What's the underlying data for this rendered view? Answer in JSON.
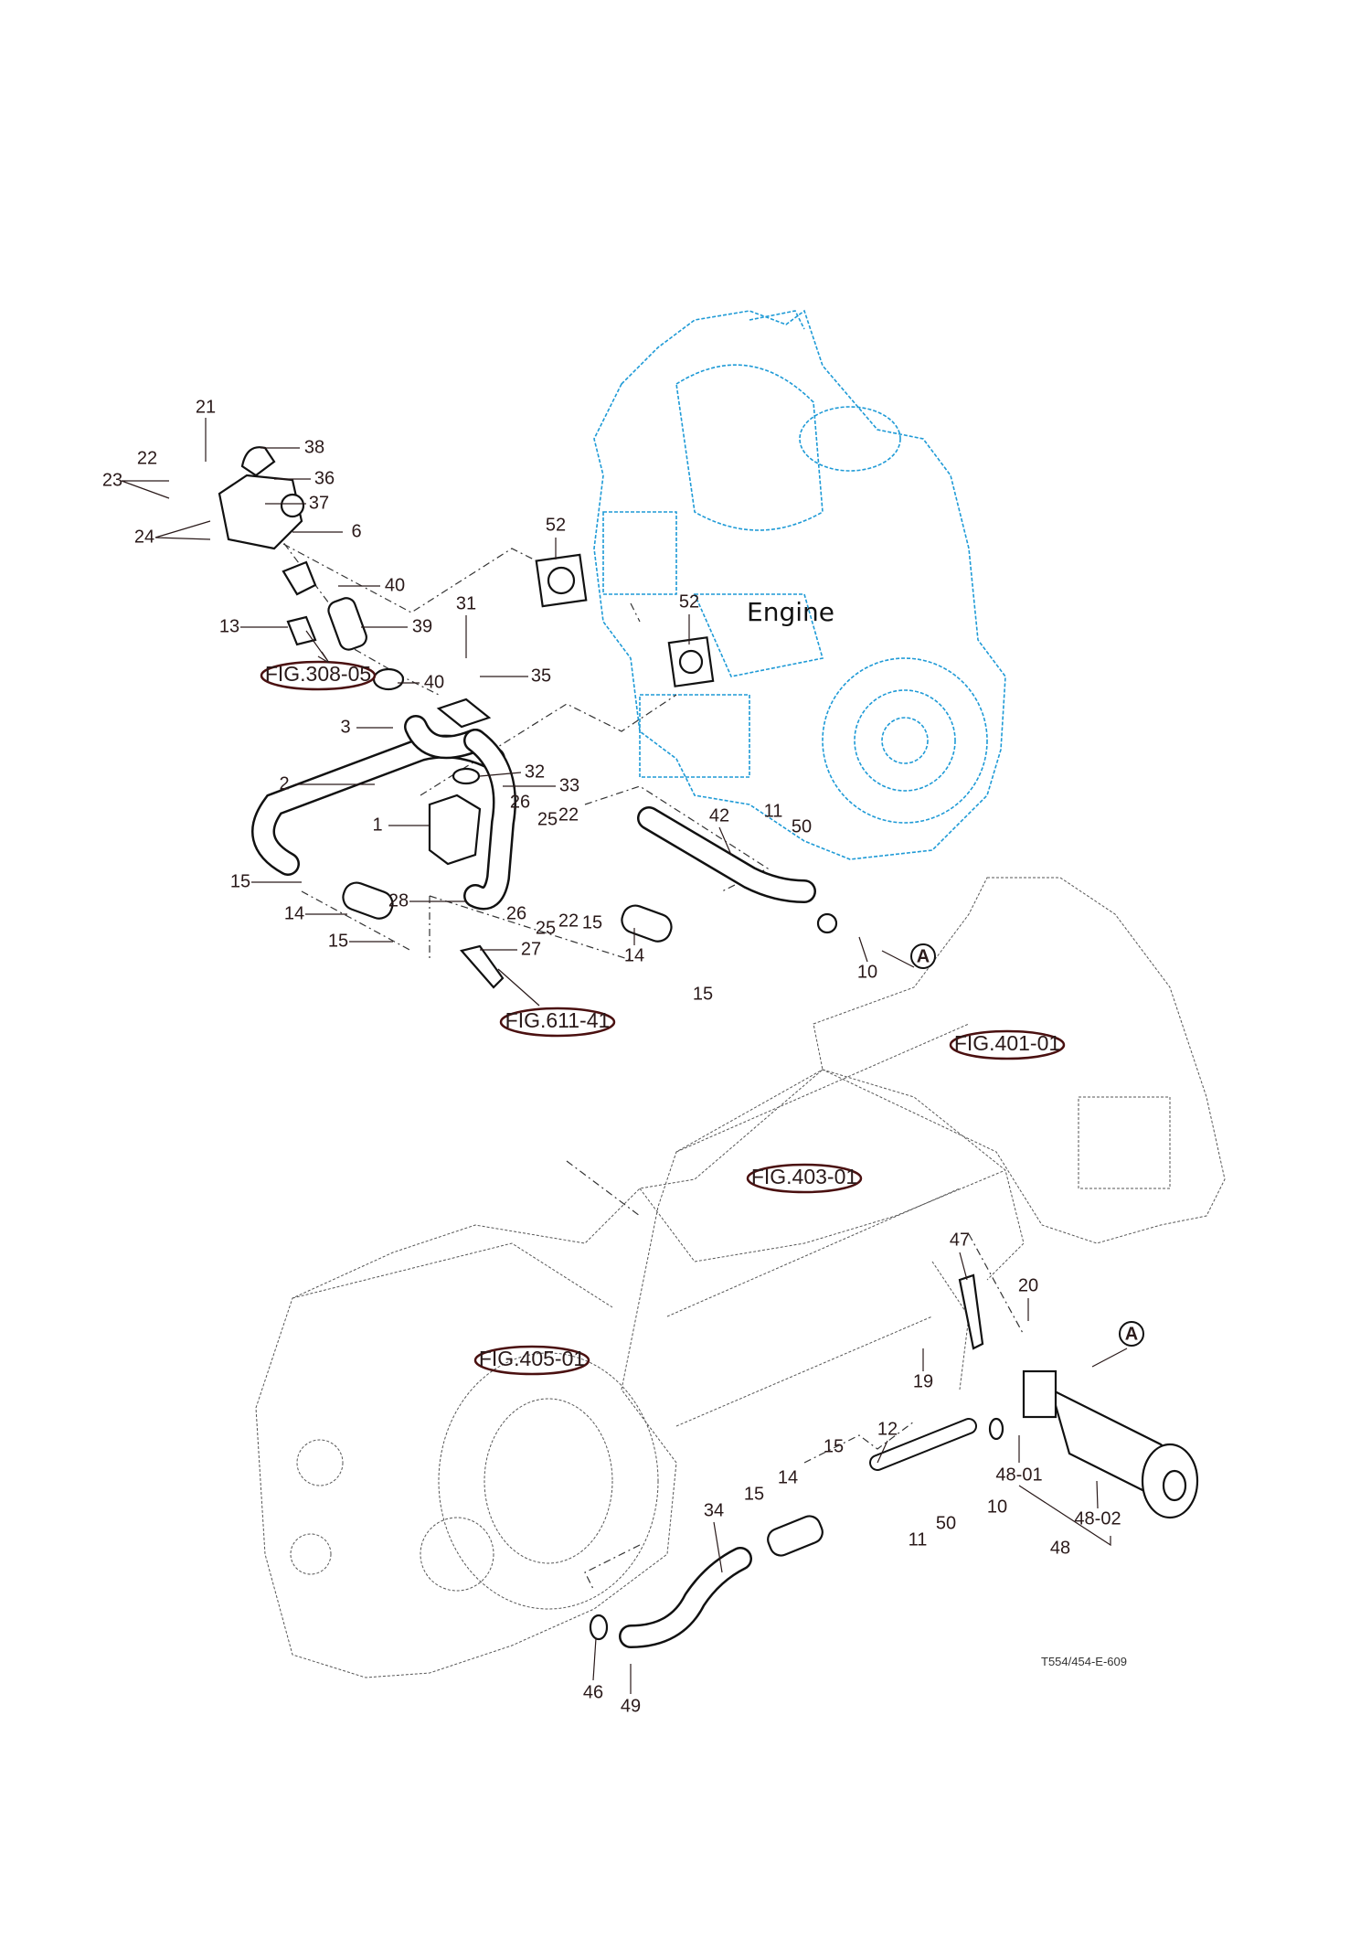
{
  "engine_label": "Engine",
  "drawing_code": "T554/454-E-609",
  "callout_A": "A",
  "figure_refs": [
    "FIG.308-05",
    "FIG.611-41",
    "FIG.401-01",
    "FIG.403-01",
    "FIG.405-01"
  ],
  "labels": [
    "21",
    "38",
    "22",
    "36",
    "23",
    "37",
    "6",
    "24",
    "52",
    "40",
    "31",
    "52",
    "13",
    "39",
    "40",
    "35",
    "3",
    "32",
    "2",
    "33",
    "26",
    "25",
    "22",
    "42",
    "11",
    "50",
    "1",
    "15",
    "28",
    "14",
    "26",
    "25",
    "22",
    "15",
    "14",
    "15",
    "27",
    "10",
    "15",
    "47",
    "20",
    "19",
    "12",
    "15",
    "48-01",
    "15",
    "14",
    "34",
    "10",
    "50",
    "48-02",
    "11",
    "48",
    "46",
    "49"
  ],
  "colors": {
    "engine": "#1e9ad6",
    "ink": "#2a1a1a",
    "figure_ellipse": "#4a1010"
  }
}
